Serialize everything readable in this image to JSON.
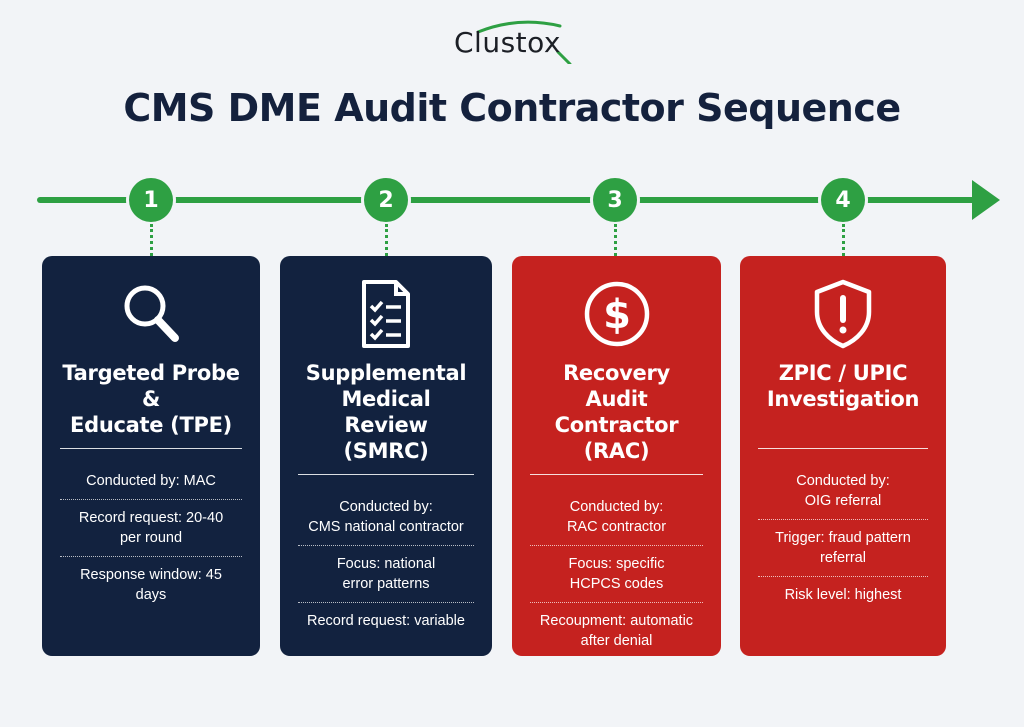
{
  "brand": {
    "logo_text": "Clustox",
    "accent": "#2ea043"
  },
  "title": "CMS DME Audit Contractor Sequence",
  "colors": {
    "navy": "#12223f",
    "red": "#c5221f",
    "green": "#2ea043"
  },
  "steps": [
    {
      "number": "1",
      "icon": "magnifier-icon",
      "title": "Targeted Probe &\nEducate (TPE)",
      "facts": [
        "Conducted by: MAC",
        "Record request: 20-40\nper round",
        "Response window: 45 days"
      ]
    },
    {
      "number": "2",
      "icon": "checklist-document-icon",
      "title": "Supplemental\nMedical Review\n(SMRC)",
      "facts": [
        "Conducted by:\nCMS national contractor",
        "Focus: national\nerror patterns",
        "Record request: variable"
      ]
    },
    {
      "number": "3",
      "icon": "dollar-coin-icon",
      "title": "Recovery Audit\nContractor (RAC)",
      "facts": [
        "Conducted by:\nRAC contractor",
        "Focus: specific\nHCPCS codes",
        "Recoupment: automatic\nafter denial"
      ]
    },
    {
      "number": "4",
      "icon": "shield-alert-icon",
      "title": "ZPIC / UPIC\nInvestigation",
      "facts": [
        "Conducted by:\nOIG referral",
        "Trigger: fraud pattern\nreferral",
        "Risk level: highest"
      ]
    }
  ]
}
